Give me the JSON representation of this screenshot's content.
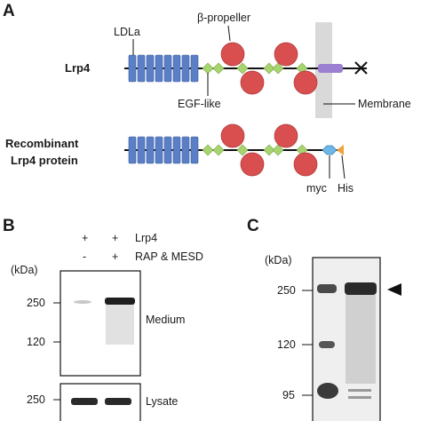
{
  "panels": {
    "a": "A",
    "b": "B",
    "c": "C"
  },
  "diagram": {
    "ldla_label": "LDLa",
    "propeller_label": "β-propeller",
    "egf_label": "EGF-like",
    "membrane_label": "Membrane",
    "lrp4_label": "Lrp4",
    "recombinant_line1": "Recombinant",
    "recombinant_line2": "Lrp4 protein",
    "myc_label": "myc",
    "his_label": "His"
  },
  "blot_b": {
    "plus_minus_rows": [
      {
        "lane1": "+",
        "lane2": "+",
        "label": "Lrp4"
      },
      {
        "lane1": "-",
        "lane2": "+",
        "label": "RAP & MESD"
      }
    ],
    "unit": "(kDa)",
    "markers_medium": [
      "250",
      "120"
    ],
    "markers_lysate": [
      "250"
    ],
    "medium_label": "Medium",
    "lysate_label": "Lysate"
  },
  "gel_c": {
    "unit": "(kDa)",
    "markers": [
      "250",
      "120",
      "95"
    ]
  },
  "colors": {
    "ldla": "#5b7fc7",
    "propeller": "#d94f4f",
    "egf": "#a8d46f",
    "membrane": "#d9d9d9",
    "tm": "#9b7fd0",
    "myc": "#6fb6e8",
    "his": "#f2a23a"
  }
}
